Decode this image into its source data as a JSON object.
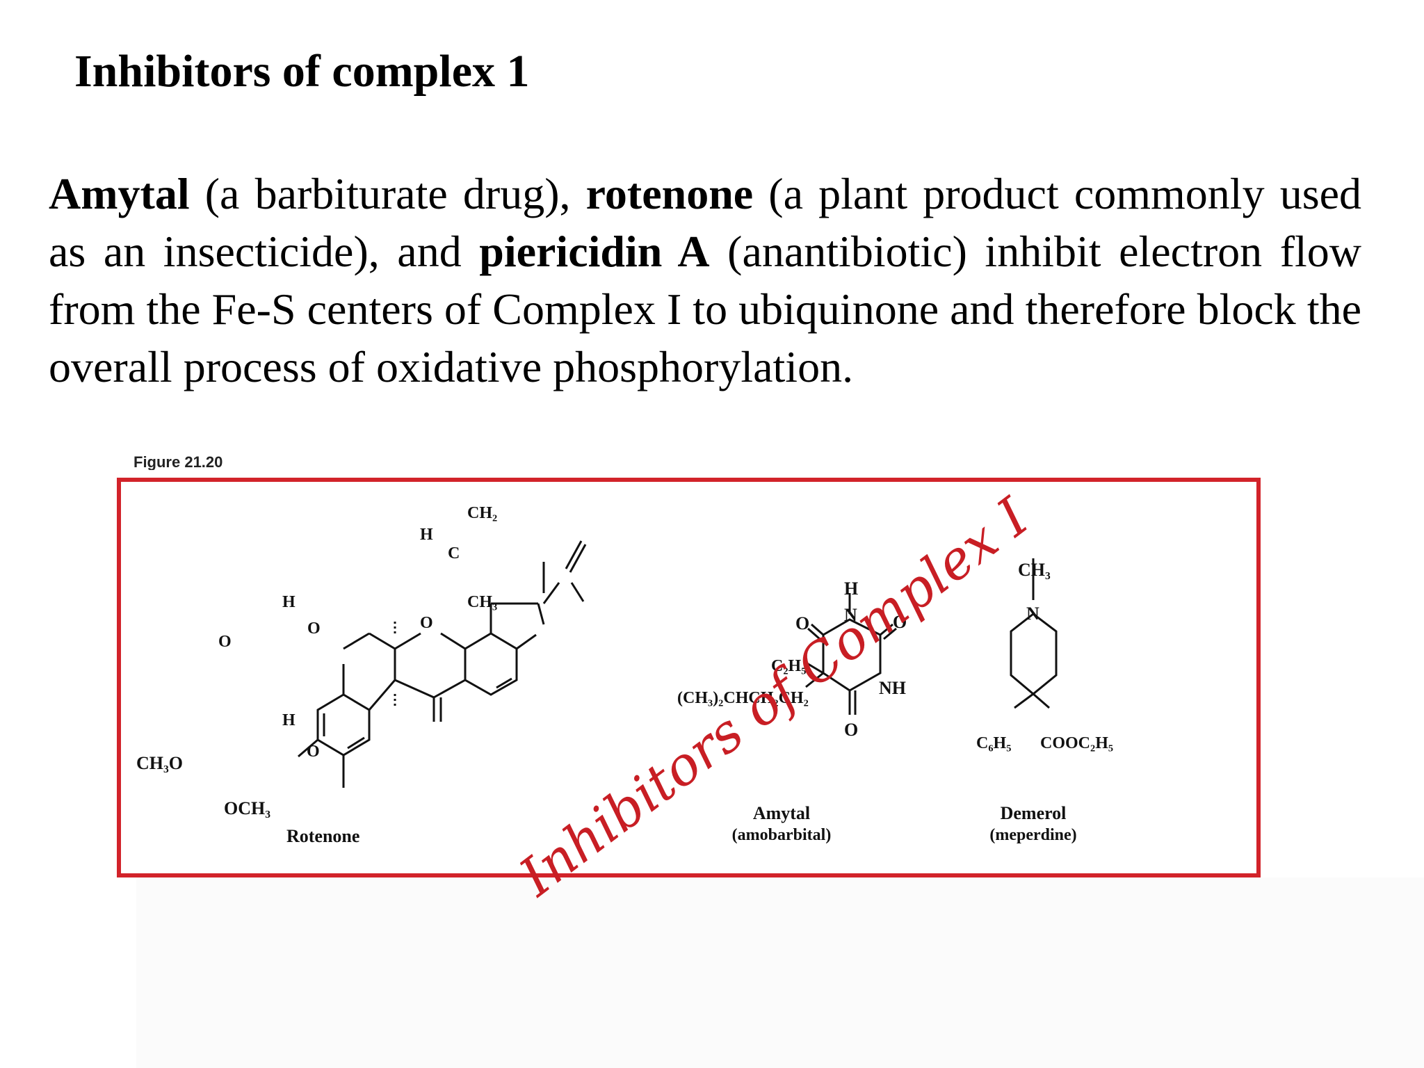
{
  "title": "Inhibitors of complex 1",
  "paragraph": {
    "amytal": "Amytal",
    "t1": " (a barbiturate drug), ",
    "rotenone": "rotenone",
    "t2": " (a plant product commonly used as an insecticide), and ",
    "piericidin": "piericidin A",
    "t3": " (anantibiotic) inhibit electron flow from the Fe-S centers of Complex I to ubiquinone and therefore block the overall process of oxidative phosphorylation."
  },
  "figure": {
    "caption": "Figure 21.20",
    "watermark": "Inhibitors of Complex I",
    "frame_color": "#d2232a",
    "rotenone": {
      "name": "Rotenone",
      "labels": {
        "ch3o": "CH₃O",
        "och3": "OCH₃",
        "o_ring1": "O",
        "o_ring2": "O",
        "o_ring3": "O",
        "o_keto": "O",
        "h_top": "H",
        "h_bottom": "H",
        "h_side": "H",
        "c": "C",
        "ch2": "CH₂",
        "ch3": "CH₃"
      }
    },
    "amytal": {
      "name": "Amytal",
      "subname": "(amobarbital)",
      "labels": {
        "h": "H",
        "n": "N",
        "o_left": "O",
        "o_right": "O",
        "o_bottom": "O",
        "nh": "NH",
        "c2h5": "C₂H₅",
        "chain": "(CH₃)₂CHCH₂CH₂"
      }
    },
    "demerol": {
      "name": "Demerol",
      "subname": "(meperdine)",
      "labels": {
        "ch3": "CH₃",
        "n": "N",
        "c6h5": "C₆H₅",
        "cooc2h5": "COOC₂H₅"
      }
    }
  }
}
